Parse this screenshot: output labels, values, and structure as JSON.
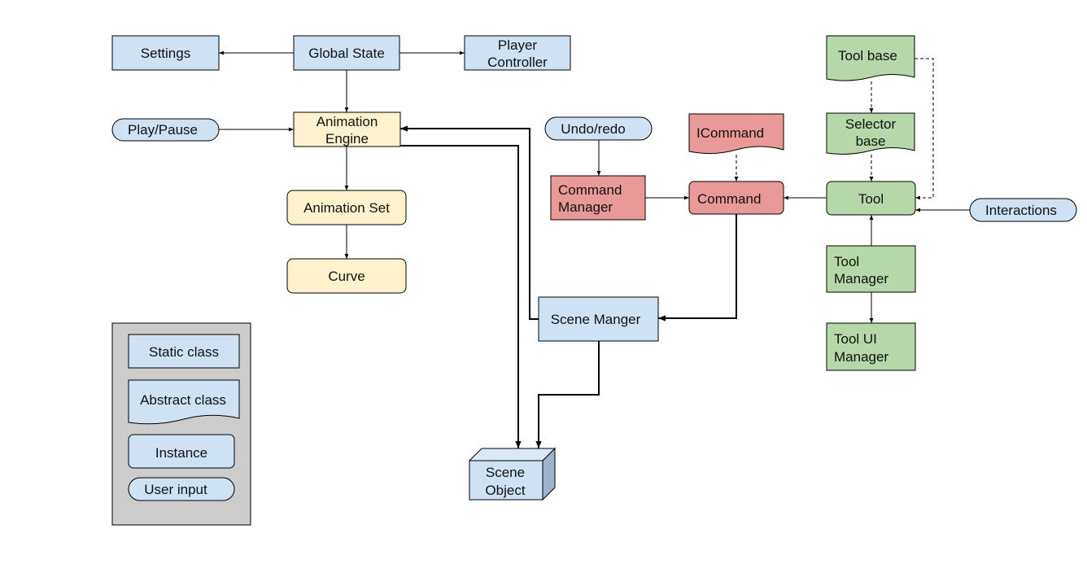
{
  "colors": {
    "blue": "#cfe2f3",
    "yellow": "#fff2cc",
    "red": "#ea9999",
    "green": "#b6d7a8",
    "legend_bg": "#cccccc",
    "stroke": "#000000"
  },
  "nodes": {
    "settings": "Settings",
    "global_state": "Global State",
    "player_controller": [
      "Player",
      "Controller"
    ],
    "play_pause": "Play/Pause",
    "animation_engine": [
      "Animation",
      "Engine"
    ],
    "animation_set": "Animation Set",
    "curve": "Curve",
    "undo_redo": "Undo/redo",
    "command_manager": [
      "Command",
      "Manager"
    ],
    "icommand": "ICommand",
    "command": "Command",
    "tool_base": "Tool base",
    "selector_base": [
      "Selector",
      "base"
    ],
    "tool": "Tool",
    "interactions": "Interactions",
    "tool_manager": [
      "Tool",
      "Manager"
    ],
    "tool_ui_manager": [
      "Tool UI",
      "Manager"
    ],
    "scene_manager": "Scene Manger",
    "scene_object": [
      "Scene",
      "Object"
    ]
  },
  "legend": {
    "static_class": "Static class",
    "abstract_class": "Abstract class",
    "instance": "Instance",
    "user_input": "User input"
  }
}
